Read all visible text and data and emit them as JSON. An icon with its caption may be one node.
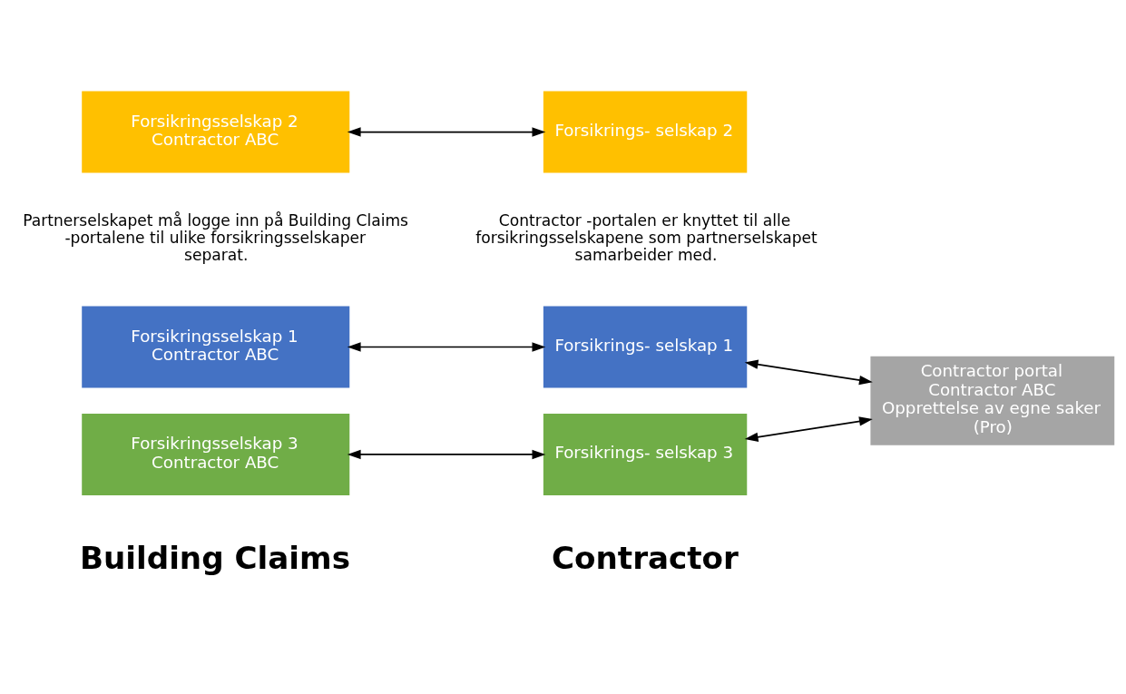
{
  "diagram": {
    "nodes": [
      {
        "text": [
          "Forsikringsselskap 1 Contractor ABC"
        ]
      },
      {
        "text": [
          "Forsikrings- selskap 1"
        ]
      },
      {
        "text": [
          "Forsikringsselskap 2 Contractor ABC"
        ]
      },
      {
        "text": [
          "Forsikrings- selskap 2"
        ]
      },
      {
        "text": [
          "Forsikringsselskap 3 Contractor ABC"
        ]
      },
      {
        "text": [
          "Forsikrings- selskap 3"
        ]
      },
      {
        "text": [
          "Contractor portal",
          "Contractor ABC",
          "Opprettelse av egne saker (Pro)"
        ]
      }
    ],
    "edges": [
      {
        "from": 0,
        "to": 1,
        "arrow": "both"
      },
      {
        "from": 1,
        "to": 6,
        "arrow": "both"
      },
      {
        "from": 2,
        "to": 3,
        "arrow": "both"
      },
      {
        "from": 4,
        "to": 5,
        "arrow": "both"
      },
      {
        "from": 5,
        "to": 6,
        "arrow": "both"
      }
    ],
    "labels": [
      "Building Claims",
      "Contractor",
      "Partnerselskapet må logge inn på Building Claims -portalene til ulike forsikringsselskaper separat.",
      "Contractor -portalen er knyttet til alle forsikringsselskapene som partnerselskapet samarbeider med."
    ]
  }
}
